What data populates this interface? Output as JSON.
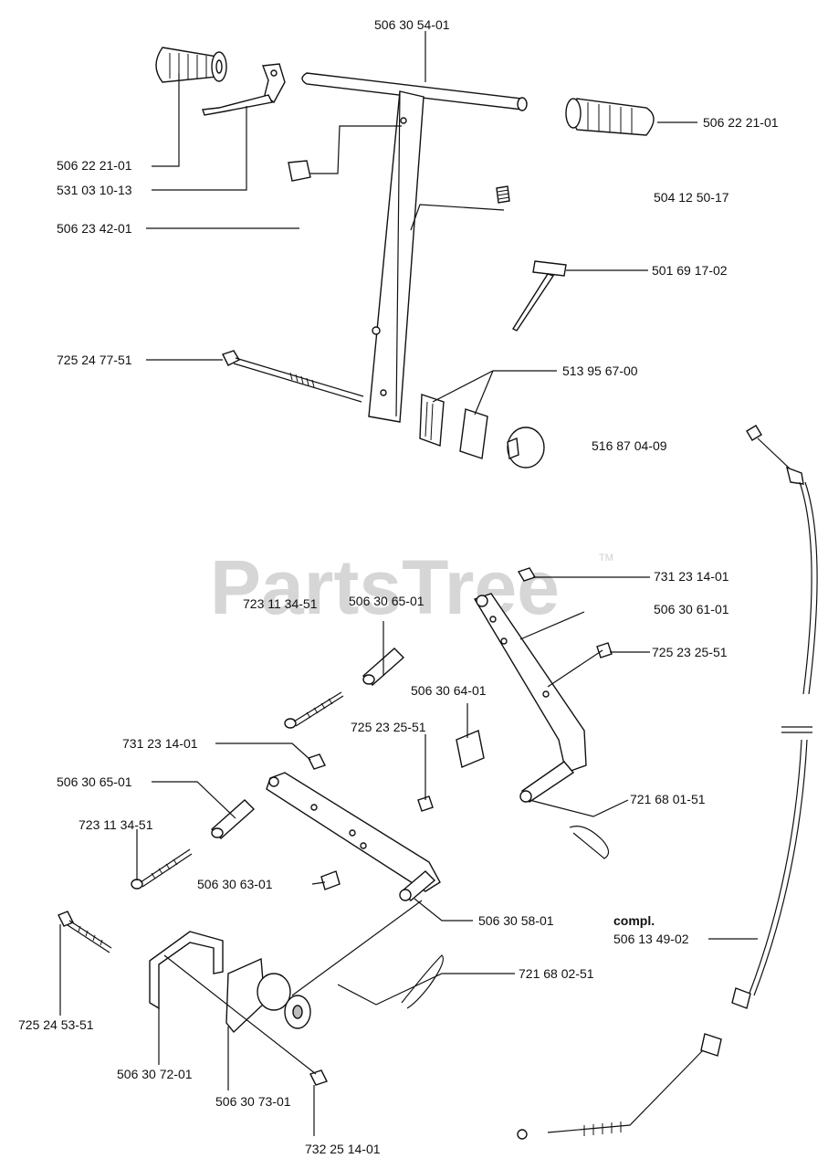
{
  "watermark": {
    "text": "PartsTree",
    "trademark": "TM"
  },
  "labels": {
    "p_506305401": "506 30 54-01",
    "p_506222101_left": "506 22 21-01",
    "p_506222101_right": "506 22 21-01",
    "p_531031013": "531 03 10-13",
    "p_504125017": "504 12 50-17",
    "p_506234201": "506 23 42-01",
    "p_501691702": "501 69 17-02",
    "p_725247751": "725 24 77-51",
    "p_513956700": "513 95 67-00",
    "p_516870409": "516 87 04-09",
    "p_731231401_top": "731 23 14-01",
    "p_723113451_top": "723 11 34-51",
    "p_506306501_top": "506 30 65-01",
    "p_506306101": "506 30 61-01",
    "p_725232551_right": "725 23 25-51",
    "p_506306401": "506 30 64-01",
    "p_731231401_mid": "731 23 14-01",
    "p_725232551_mid": "725 23 25-51",
    "p_506306501_mid": "506 30 65-01",
    "p_721680151": "721 68 01-51",
    "p_723113451_mid": "723 11 34-51",
    "p_506306301": "506 30 63-01",
    "p_506305801": "506 30 58-01",
    "compl": "compl.",
    "p_506134902": "506 13 49-02",
    "p_721680251": "721 68 02-51",
    "p_725245351": "725 24 53-51",
    "p_506307201": "506 30 72-01",
    "p_506307301": "506 30 73-01",
    "p_732251401": "732 25 14-01"
  }
}
